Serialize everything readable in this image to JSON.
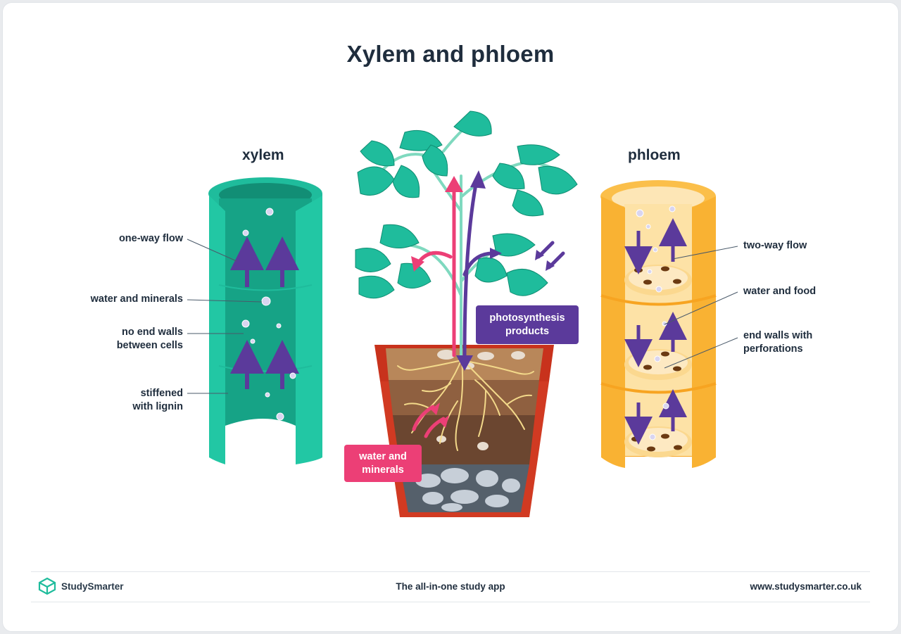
{
  "title": "Xylem and phloem",
  "xylem": {
    "heading": "xylem",
    "labels": {
      "one_way_flow": "one-way flow",
      "water_minerals": "water and minerals",
      "no_end_walls_1": "no end walls",
      "no_end_walls_2": "between cells",
      "stiffened_1": "stiffened",
      "stiffened_2": "with lignin"
    }
  },
  "phloem": {
    "heading": "phloem",
    "labels": {
      "two_way_flow": "two-way flow",
      "water_food": "water and food",
      "end_walls_1": "end walls with",
      "end_walls_2": "perforations"
    }
  },
  "plant": {
    "photosynthesis_1": "photosynthesis",
    "photosynthesis_2": "products",
    "water_minerals_1": "water and",
    "water_minerals_2": "minerals"
  },
  "footer": {
    "brand": "StudySmarter",
    "tagline": "The all-in-one study app",
    "url": "www.studysmarter.co.uk"
  },
  "colors": {
    "xylem_green": "#1fbc9c",
    "phloem_orange": "#f9a825",
    "arrow_purple": "#5b3a9b",
    "arrow_pink": "#ec3f76",
    "pot_red": "#d13a22"
  }
}
